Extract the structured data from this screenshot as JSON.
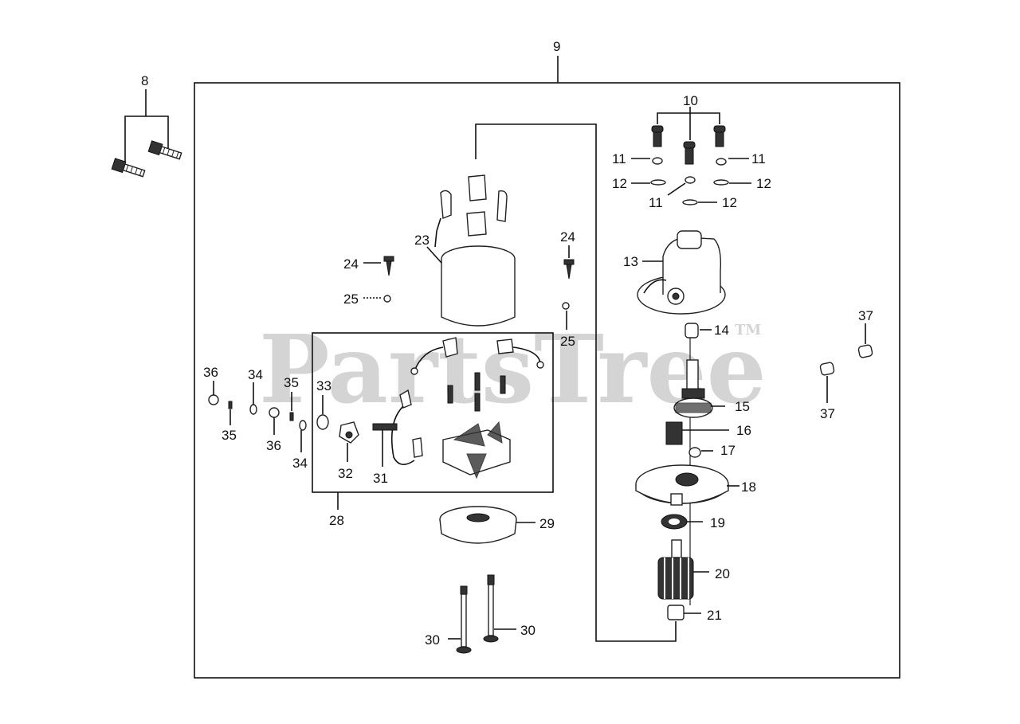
{
  "watermark": {
    "text": "PartsTree",
    "mark": "TM"
  },
  "callouts": {
    "c8": "8",
    "c9": "9",
    "c10": "10",
    "c11a": "11",
    "c11b": "11",
    "c11c": "11",
    "c12a": "12",
    "c12b": "12",
    "c12c": "12",
    "c13": "13",
    "c14": "14",
    "c15": "15",
    "c16": "16",
    "c17": "17",
    "c18": "18",
    "c19": "19",
    "c20": "20",
    "c21": "21",
    "c23": "23",
    "c24a": "24",
    "c24b": "24",
    "c25a": "25",
    "c25b": "25",
    "c28": "28",
    "c29": "29",
    "c30a": "30",
    "c30b": "30",
    "c31": "31",
    "c32": "32",
    "c33": "33",
    "c34a": "34",
    "c34b": "34",
    "c35a": "35",
    "c35b": "35",
    "c36a": "36",
    "c36b": "36",
    "c37a": "37",
    "c37b": "37"
  }
}
